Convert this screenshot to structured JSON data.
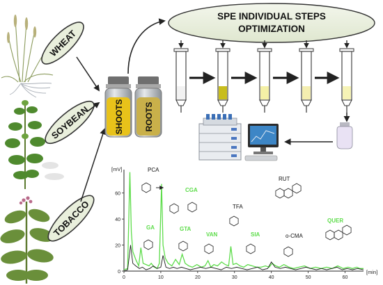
{
  "plants": [
    {
      "label": "WHEAT"
    },
    {
      "label": "SOYBEAN"
    },
    {
      "label": "TOBACCO"
    }
  ],
  "vials": [
    {
      "label": "SHOOTS",
      "fill": "#e8c21a"
    },
    {
      "label": "ROOTS",
      "fill": "#c9b04a"
    }
  ],
  "spe_title": [
    "SPE INDIVIDUAL STEPS",
    "OPTIMIZATION"
  ],
  "cartridge_fills": [
    "#f2f2f2",
    "#c8bd1d",
    "#f4f0a6",
    "#f4eeb0",
    "#f6f3b6"
  ],
  "chromatogram": {
    "ylabel": "[mV]",
    "xlabel": "[min]",
    "y_ticks": [
      0,
      20,
      40,
      60
    ],
    "x_ticks": [
      0,
      10,
      20,
      30,
      40,
      50,
      60
    ],
    "xlim": [
      0,
      65
    ],
    "ylim": [
      0,
      78
    ],
    "colors": {
      "shoots": "#5ddc4a",
      "roots": "#1a1a1a",
      "highlight": "#7ee06a"
    },
    "compounds": [
      {
        "label": "PCA",
        "color": "#111111"
      },
      {
        "label": "CGA",
        "color": "#5ddc4a"
      },
      {
        "label": "GA",
        "color": "#5ddc4a"
      },
      {
        "label": "GTA",
        "color": "#5ddc4a"
      },
      {
        "label": "VAN",
        "color": "#5ddc4a"
      },
      {
        "label": "TFA",
        "color": "#111111"
      },
      {
        "label": "SIA",
        "color": "#5ddc4a"
      },
      {
        "label": "RUT",
        "color": "#111111"
      },
      {
        "label": "o-CMA",
        "color": "#111111"
      },
      {
        "label": "QUER",
        "color": "#5ddc4a"
      }
    ]
  },
  "chart_data": {
    "type": "line",
    "xlabel": "[min]",
    "ylabel": "[mV]",
    "xlim": [
      0,
      65
    ],
    "ylim": [
      0,
      78
    ],
    "series": [
      {
        "x": [
          0,
          1,
          1.6,
          2.0,
          2.4,
          3.2,
          4.0,
          4.6,
          5.2,
          6.0,
          6.8,
          7.4,
          8.2,
          9.0,
          9.6,
          10.2,
          10.6,
          11.2,
          12.0,
          13.0,
          14.0,
          15.0,
          15.8,
          16.6,
          17.6,
          18.6,
          19.8,
          21.0,
          22.0,
          22.8,
          23.6,
          24.4,
          25.4,
          26.5,
          27.5,
          28.4,
          29.0,
          29.6,
          30.5,
          31.5,
          32.5,
          33.6,
          34.8,
          36.0,
          37.2,
          38.4,
          39.4,
          40.2,
          41.2,
          42.2,
          43.4,
          44.8,
          46.0,
          47.5,
          49.0,
          50.5,
          52.0,
          53.5,
          55.0,
          56.5,
          58.0,
          59.5,
          60.8,
          62.0,
          63.2,
          64.0,
          65.0
        ],
        "y": [
          1,
          2,
          76,
          30,
          15,
          9,
          4,
          18,
          6,
          5,
          4,
          6,
          3,
          2,
          6,
          67,
          20,
          10,
          6,
          4,
          9,
          5,
          13,
          6,
          4,
          3,
          5,
          3,
          4,
          8,
          3,
          5,
          4,
          7,
          5,
          4,
          19,
          5,
          6,
          4,
          3,
          5,
          4,
          3,
          3,
          4,
          3,
          6,
          4,
          3,
          5,
          3,
          2,
          3,
          4,
          2,
          3,
          2,
          3,
          2,
          4,
          2,
          3,
          2,
          3,
          2,
          2
        ]
      },
      {
        "x": [
          0,
          1,
          1.8,
          2.4,
          3.2,
          4.2,
          5.0,
          6.0,
          7.0,
          8.0,
          9.0,
          10.0,
          10.6,
          11.4,
          12.4,
          13.4,
          14.4,
          15.6,
          16.8,
          18.0,
          19.4,
          20.8,
          22.2,
          23.6,
          25.0,
          26.4,
          27.8,
          29.2,
          30.6,
          32.0,
          33.4,
          34.8,
          36.2,
          37.6,
          39.0,
          40.0,
          41.0,
          42.4,
          43.8,
          45.2,
          46.6,
          48.0,
          49.4,
          50.8,
          52.2,
          53.6,
          55.0,
          56.4,
          57.8,
          59.2,
          60.6,
          62.0,
          63.4,
          65.0
        ],
        "y": [
          0,
          1,
          20,
          6,
          4,
          2,
          3,
          1,
          2,
          4,
          2,
          3,
          12,
          3,
          2,
          3,
          2,
          3,
          2,
          1,
          2,
          3,
          2,
          3,
          2,
          1,
          3,
          2,
          3,
          2,
          1,
          2,
          3,
          1,
          2,
          7,
          3,
          2,
          3,
          2,
          1,
          2,
          3,
          2,
          1,
          2,
          1,
          2,
          3,
          1,
          2,
          1,
          2,
          1
        ]
      }
    ]
  }
}
